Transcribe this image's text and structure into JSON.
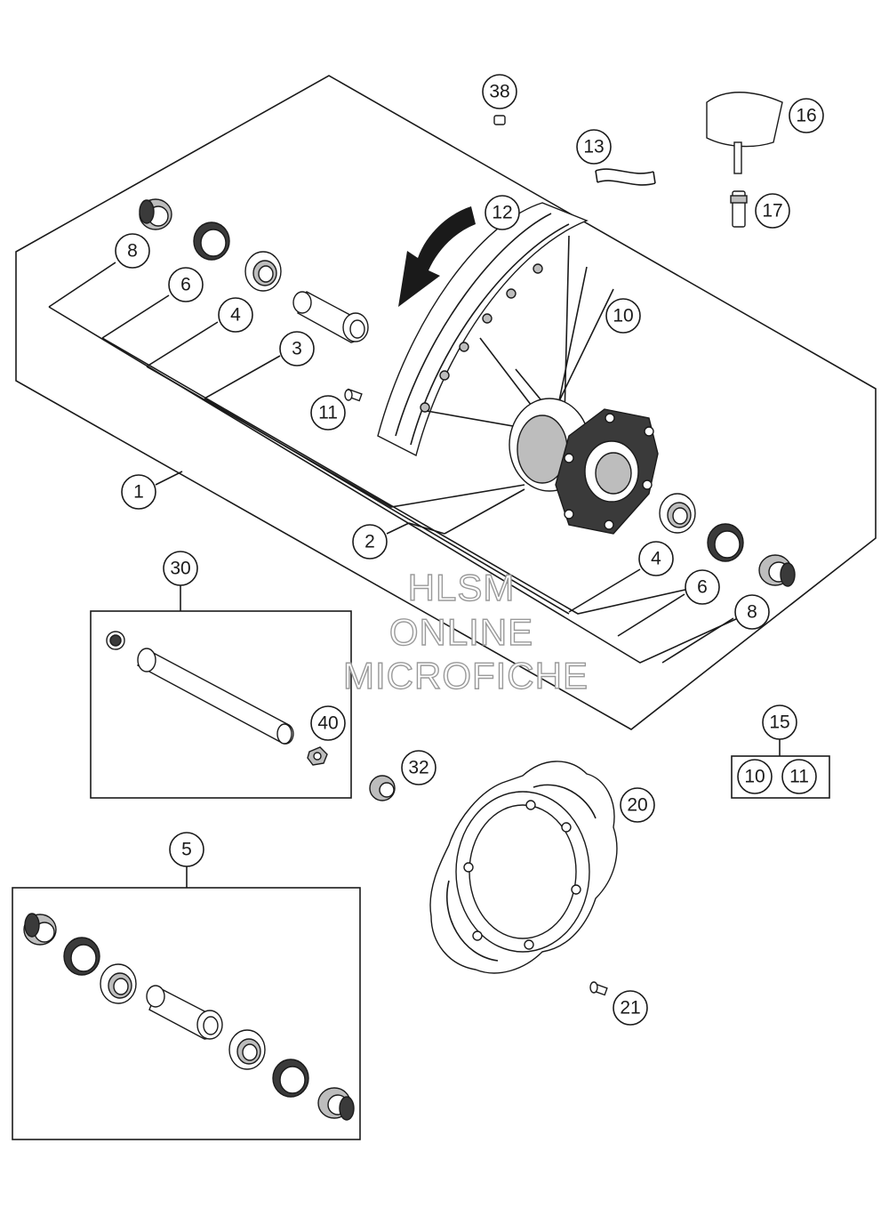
{
  "watermark": {
    "line1": "HLSM",
    "line2": "ONLINE",
    "line3": "MICROFICHE"
  },
  "callouts": {
    "c1": "1",
    "c2": "2",
    "c3": "3",
    "c4a": "4",
    "c4b": "4",
    "c5": "5",
    "c6a": "6",
    "c6b": "6",
    "c8a": "8",
    "c8b": "8",
    "c10": "10",
    "c11": "11",
    "c12": "12",
    "c13": "13",
    "c15": "15",
    "c15_10": "10",
    "c15_11": "11",
    "c16": "16",
    "c17": "17",
    "c20": "20",
    "c21": "21",
    "c30": "30",
    "c32": "32",
    "c38": "38",
    "c40": "40"
  },
  "colors": {
    "line": "#1a1a1a",
    "part_fill": "#ffffff",
    "part_dark": "#3a3a3a",
    "watermark_stroke": "#9a9a9a"
  }
}
